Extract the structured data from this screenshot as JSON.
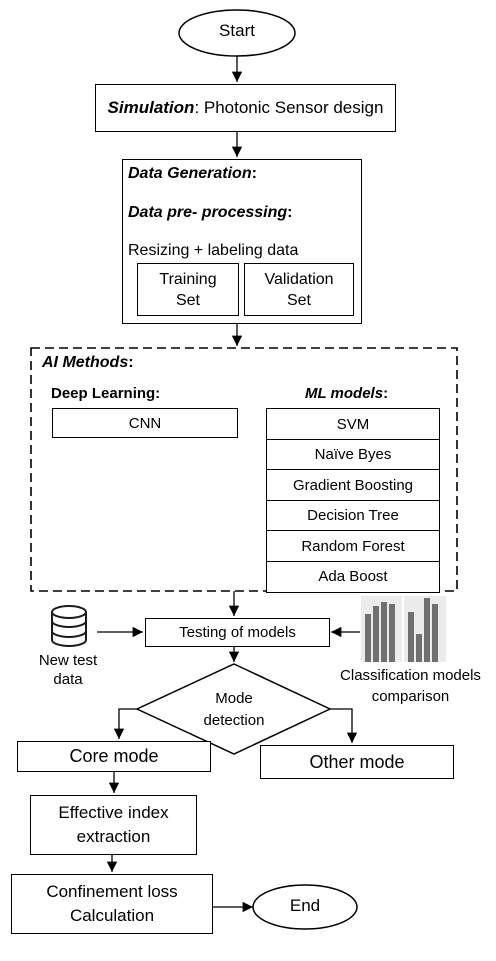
{
  "nodes": {
    "start": "Start",
    "simulation": {
      "bold": "Simulation",
      "rest": ": Photonic Sensor design"
    },
    "data_generation": {
      "bold": "Data Generation",
      "rest": ":"
    },
    "data_preprocessing": {
      "bold": "Data pre- processing",
      "rest": ":"
    },
    "resizing": "Resizing + labeling data",
    "training_set": [
      "Training",
      "Set"
    ],
    "validation_set": [
      "Validation",
      "Set"
    ],
    "ai_methods": {
      "bold": "AI Methods",
      "rest": ":"
    },
    "deep_learning": "Deep Learning:",
    "cnn": "CNN",
    "ml_models": {
      "bold": "ML models",
      "rest": ":"
    },
    "ml_list": [
      "SVM",
      "Naïve Byes",
      "Gradient Boosting",
      "Decision Tree",
      "Random Forest",
      "Ada Boost"
    ],
    "new_test_data": [
      "New test",
      "data"
    ],
    "testing": "Testing of models",
    "comparison": [
      "Classification models",
      "comparison"
    ],
    "mode_detection": [
      "Mode",
      "detection"
    ],
    "core_mode": "Core mode",
    "other_mode": "Other mode",
    "effective_index": [
      "Effective index",
      "extraction"
    ],
    "confinement": [
      "Confinement loss",
      "Calculation"
    ],
    "end": "End"
  },
  "icons": [
    "database-icon",
    "bar-chart-icon"
  ],
  "colors": {
    "bars": "#6b6b6b",
    "bars_bg": "#e6e6e6",
    "line": "#000000"
  }
}
